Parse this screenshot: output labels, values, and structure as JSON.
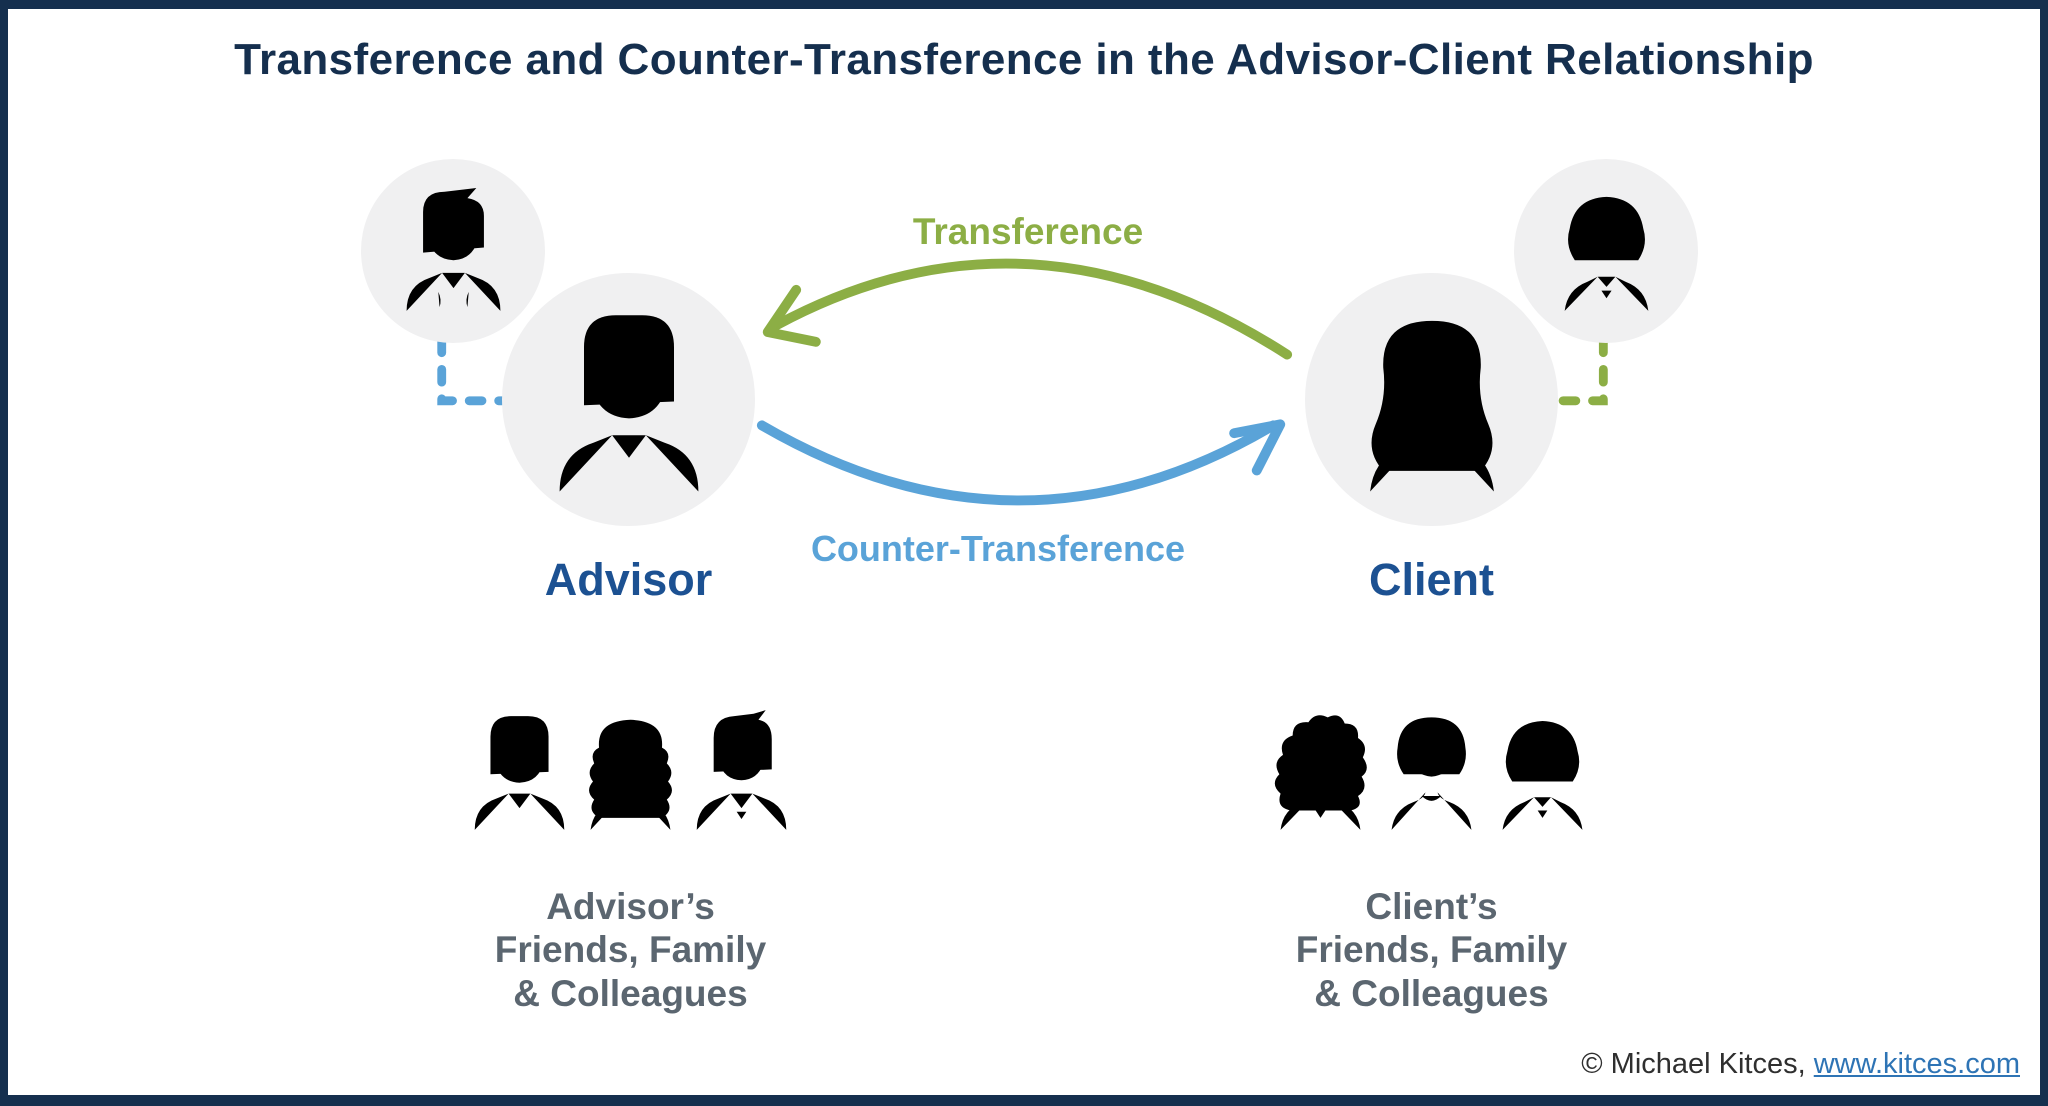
{
  "title": "Transference and Counter-Transference in the Advisor-Client Relationship",
  "diagram": {
    "advisor": {
      "label": "Advisor"
    },
    "client": {
      "label": "Client"
    },
    "transference": {
      "label": "Transference",
      "direction": "client-to-advisor"
    },
    "counter_transference": {
      "label": "Counter-Transference",
      "direction": "advisor-to-client"
    },
    "advisor_network": {
      "lines": [
        "Advisor’s",
        "Friends, Family",
        "& Colleagues"
      ]
    },
    "client_network": {
      "lines": [
        "Client’s",
        "Friends, Family",
        "& Colleagues"
      ]
    }
  },
  "footer": {
    "copyright_text": "© Michael Kitces, ",
    "link_text": "www.kitces.com"
  },
  "colors": {
    "navy_dark": "#152f4e",
    "blue_dark": "#1c5192",
    "blue_light": "#5aa3d8",
    "green": "#8cae45",
    "gray_text": "#5b6670",
    "circle_bg": "#f0f0f1",
    "footer_text": "#2f2f2f",
    "link_blue": "#2e74b5"
  }
}
